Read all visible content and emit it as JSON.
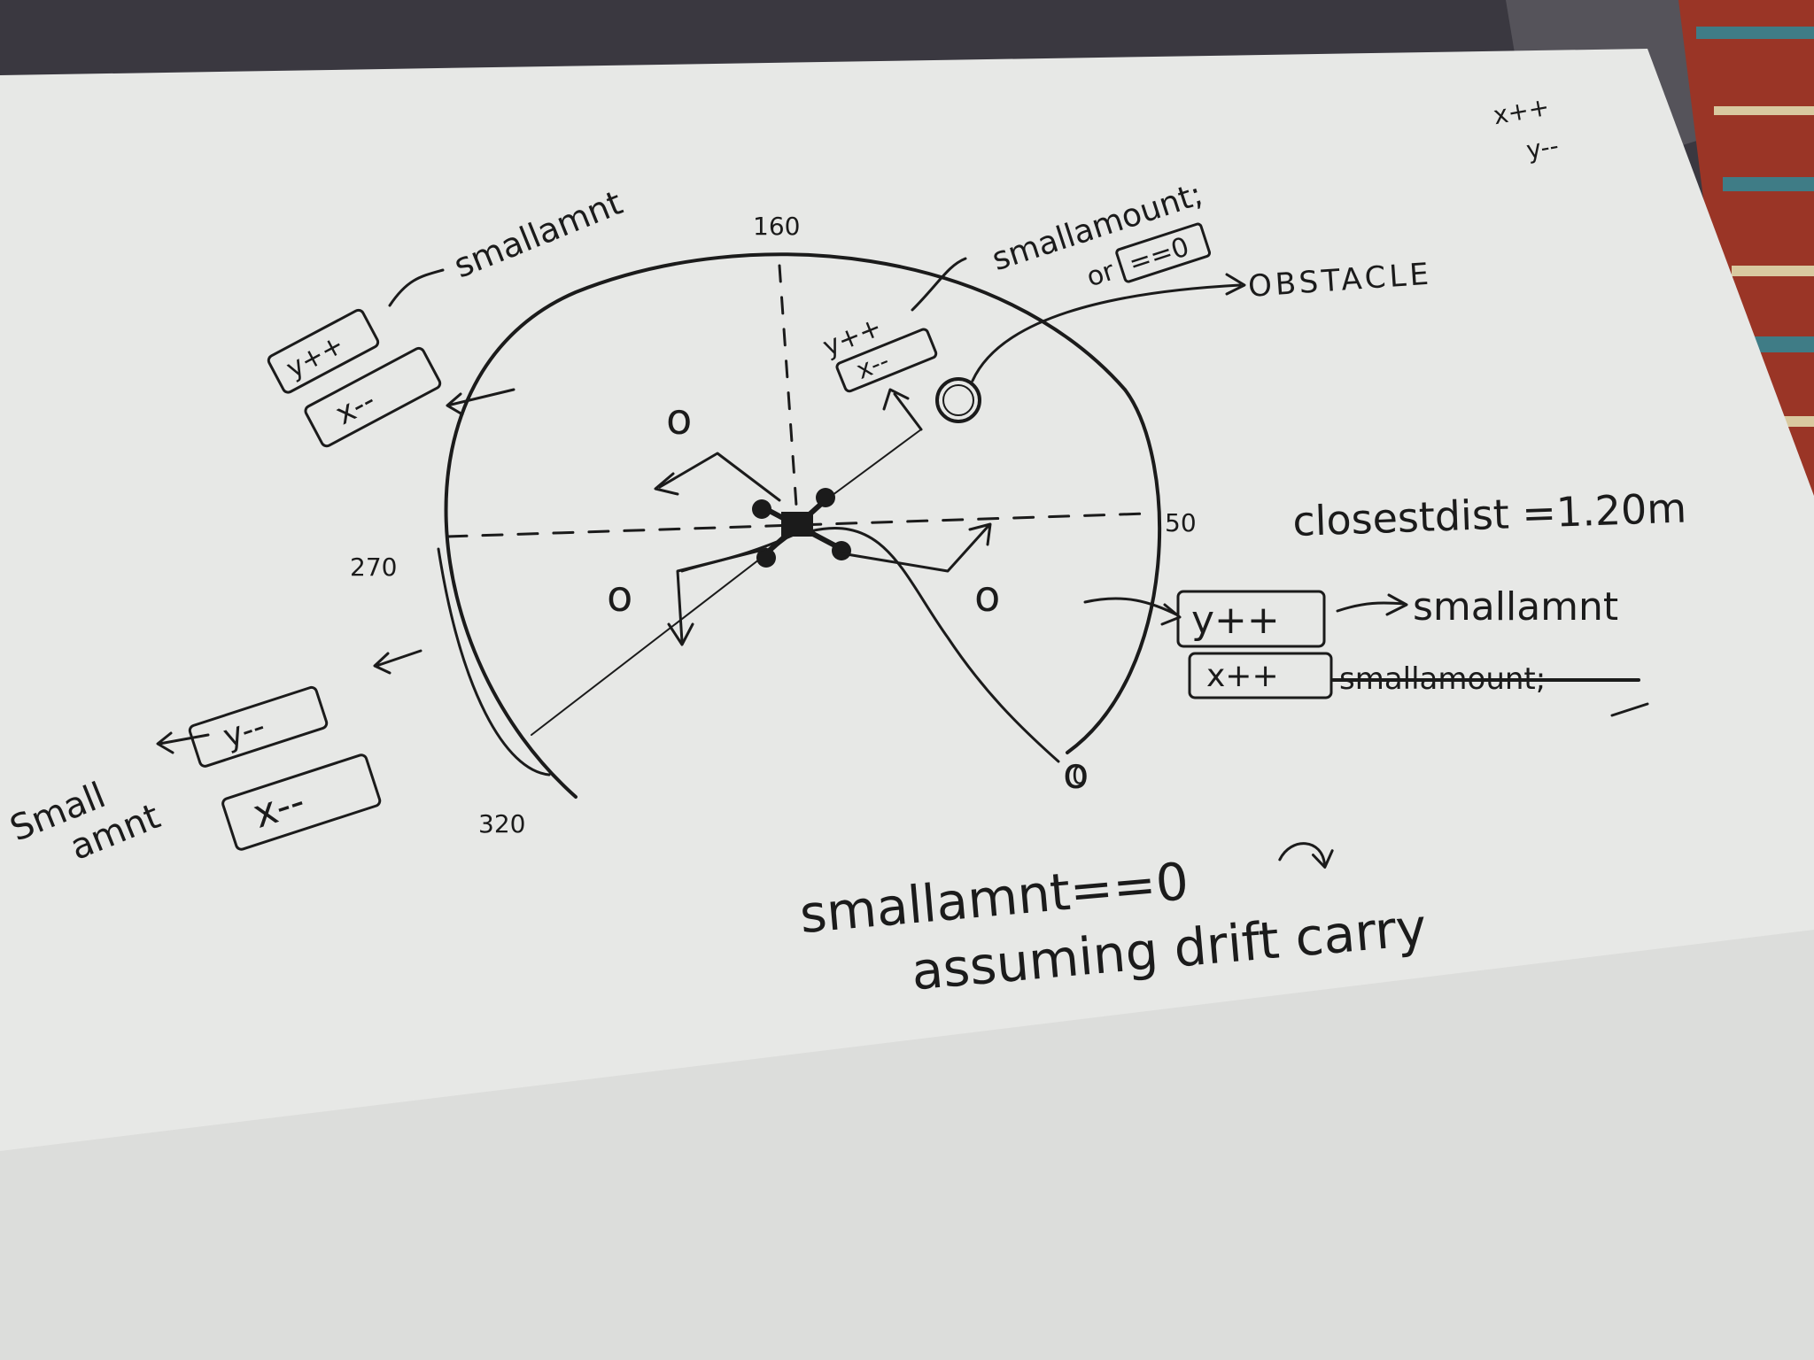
{
  "colors": {
    "paper": "#e7e8e6",
    "ink": "#1b1b1b",
    "desk": "#3a3840",
    "rug_red": "#9a3526",
    "rug_teal": "#3f7c86"
  },
  "scale_labels": {
    "top": "160",
    "right": "50",
    "left": "270",
    "bottom_left": "320",
    "bottom_right": "0"
  },
  "notes": {
    "top_left_box_y": "y++",
    "top_left_box_x": "x--",
    "top_left_text": "smallamnt",
    "center_box_y": "y++",
    "center_box_x": "x--",
    "center_text_1": "smallamount;",
    "center_text_or": "or",
    "center_text_box": "==0",
    "obstacle": "OBSTACLE",
    "corner_x": "x++",
    "corner_y": "y--",
    "closest_dist": "closestdist =1.20m",
    "right_box_y": "y++",
    "right_box_x": "x++",
    "right_text": "smallamnt",
    "right_struck_text": "smallamount;",
    "left_box_y": "y--",
    "left_box_x": "x--",
    "left_text_1": "Small",
    "left_text_2": "amnt",
    "bottom_line_1": "smallamnt==0",
    "bottom_line_2": "assuming drift carry"
  },
  "obstacle_markers": [
    "o",
    "o",
    "o",
    "o"
  ]
}
